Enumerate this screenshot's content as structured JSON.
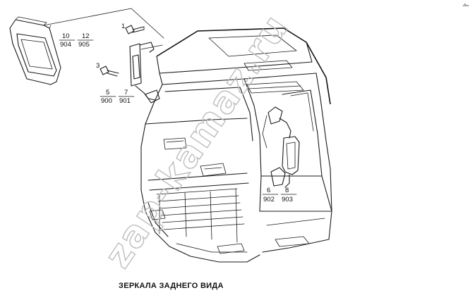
{
  "caption": "ЗЕРКАЛА ЗАДНЕГО ВИДА",
  "watermark": "zap-kamaz.ru",
  "callouts": [
    {
      "top": "1"
    },
    {
      "top": "3"
    },
    {
      "top": "10",
      "bottom": "904"
    },
    {
      "top": "12",
      "bottom": "905"
    },
    {
      "top": "5",
      "bottom": "900"
    },
    {
      "top": "7",
      "bottom": "901"
    },
    {
      "top": "6",
      "bottom": "902"
    },
    {
      "top": "8",
      "bottom": "903"
    }
  ],
  "colors": {
    "line": "#1a1a1a",
    "watermark": "#bdbdbd"
  }
}
